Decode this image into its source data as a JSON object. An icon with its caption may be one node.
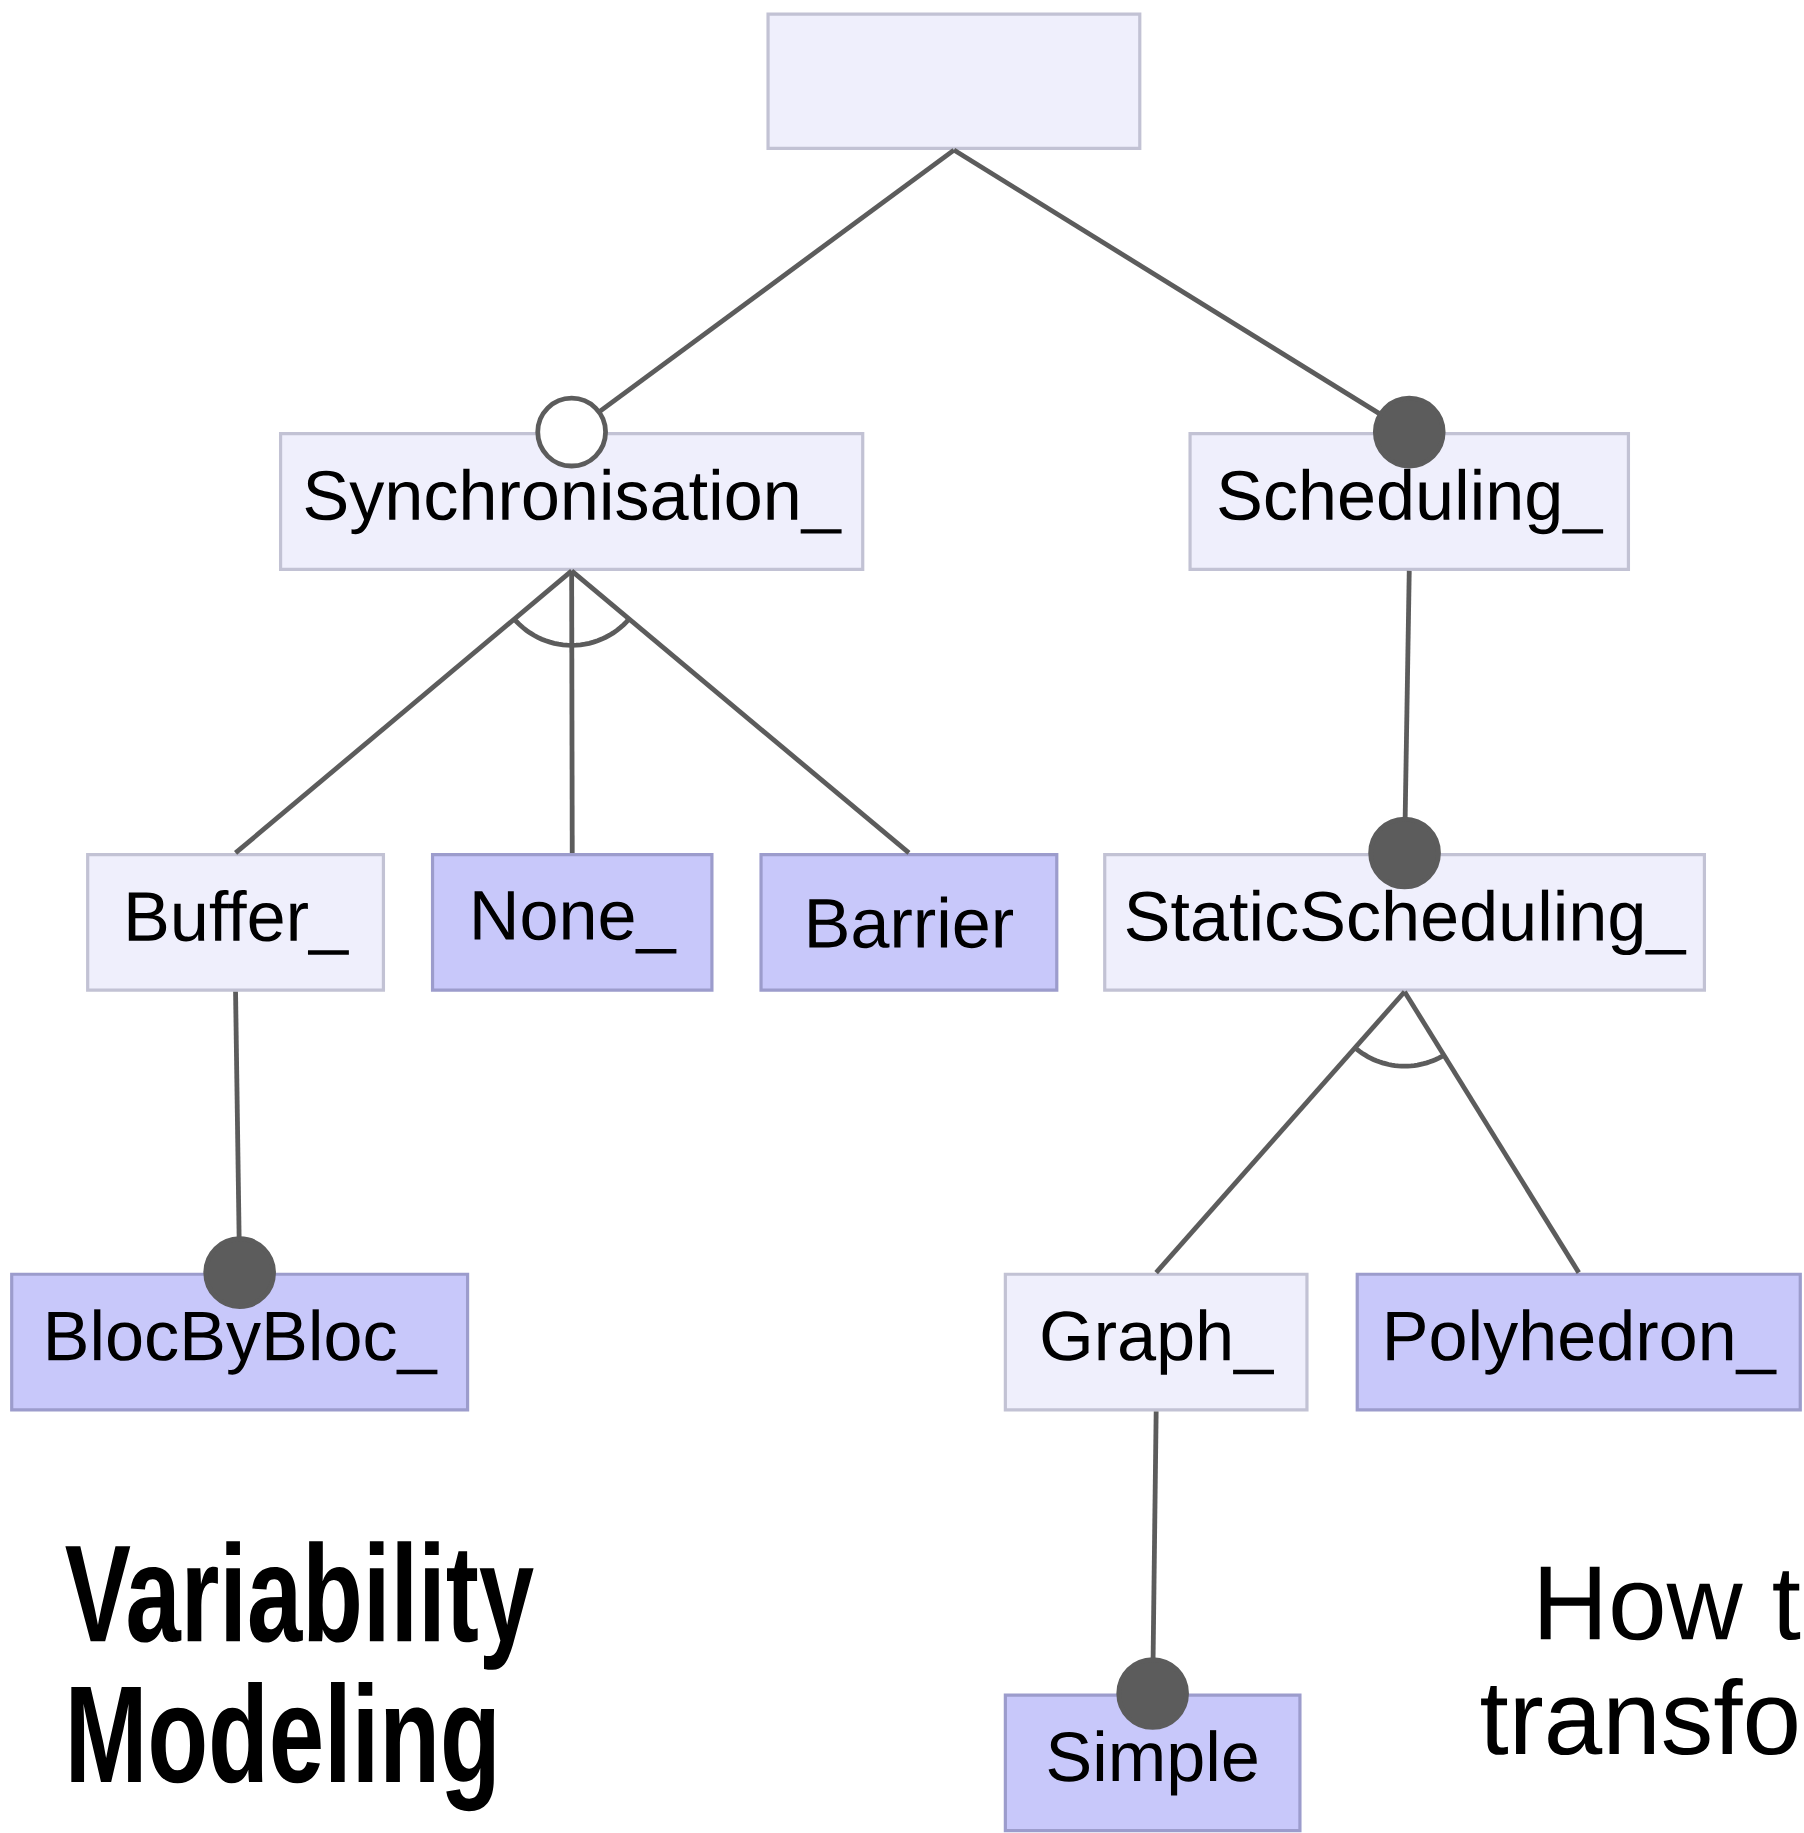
{
  "diagram": {
    "title": "Variability Modeling",
    "nodes": [
      {
        "text": [],
        "shape": "box"
      },
      {
        "text": [
          "Synchronisation_"
        ]
      },
      {
        "text": [
          "Scheduling_"
        ]
      },
      {
        "text": [
          "Buffer_"
        ]
      },
      {
        "text": [
          "None_"
        ]
      },
      {
        "text": [
          "Barrier"
        ]
      },
      {
        "text": [
          "StaticScheduling_"
        ]
      },
      {
        "text": [
          "BlocByBloc_"
        ]
      },
      {
        "text": [
          "Graph_"
        ]
      },
      {
        "text": [
          "Polyhedron_"
        ]
      },
      {
        "text": [
          "Simple"
        ]
      }
    ],
    "edges": [
      {
        "from": 0,
        "to": 1,
        "arrow": "other"
      },
      {
        "from": 0,
        "to": 2,
        "arrow": "other"
      },
      {
        "from": 1,
        "to": 3,
        "arrow": "none"
      },
      {
        "from": 1,
        "to": 4,
        "arrow": "none"
      },
      {
        "from": 1,
        "to": 5,
        "arrow": "none"
      },
      {
        "from": 2,
        "to": 6,
        "arrow": "other"
      },
      {
        "from": 3,
        "to": 7,
        "arrow": "other"
      },
      {
        "from": 6,
        "to": 8,
        "arrow": "none"
      },
      {
        "from": 6,
        "to": 9,
        "arrow": "none"
      },
      {
        "from": 8,
        "to": 10,
        "arrow": "other"
      }
    ],
    "labels": [
      "How t",
      "transfo"
    ]
  }
}
